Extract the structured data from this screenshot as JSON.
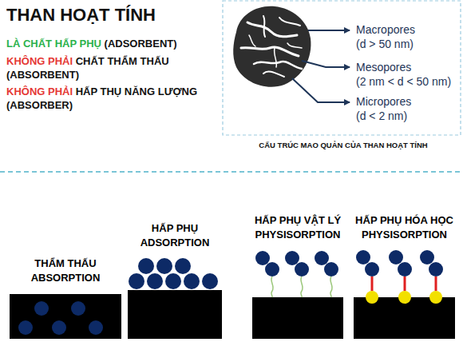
{
  "diagram": {
    "title": "THAN HOẠT TÍNH",
    "caption": "CẤU TRÚC MAO QUẢN CỦA THAN HOẠT TÍNH",
    "nodes": [
      {
        "text": [
          "THẨM THẤU",
          "ABSORPTION"
        ]
      },
      {
        "text": [
          "HẤP PHỤ",
          "ADSORPTION"
        ]
      },
      {
        "text": [
          "HẤP PHỤ VẬT LÝ",
          "PHYSISORPTION"
        ]
      },
      {
        "text": [
          "HẤP PHỤ HÓA HỌC",
          "PHYSISORPTION"
        ]
      }
    ],
    "labels": [
      "LÀ CHẤT HẤP PHỤ",
      "(ADSORBENT)",
      "KHÔNG PHẢI",
      "CHẤT THẨM THẤU (ABSORBENT)",
      "KHÔNG PHẢI",
      "HẤP THỤ NĂNG LƯỢNG (ABSORBER)",
      "Macropores",
      "(d > 50 nm)",
      "Mesopores",
      "(2 nm < d < 50 nm)",
      "Micropores",
      "(d < 2 nm)"
    ]
  }
}
